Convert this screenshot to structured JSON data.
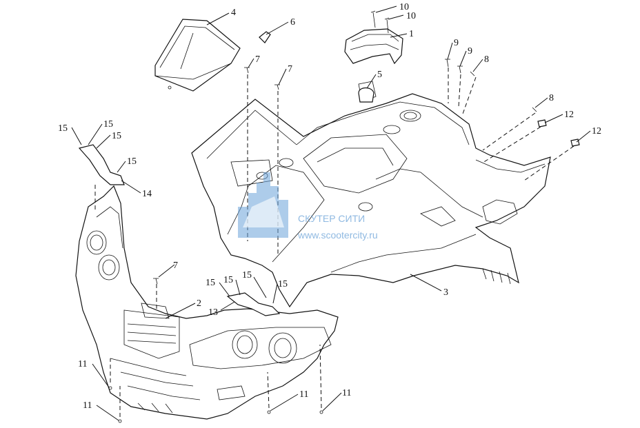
{
  "diagram": {
    "callouts": [
      {
        "id": "c10a",
        "label": "10"
      },
      {
        "id": "c10b",
        "label": "10"
      },
      {
        "id": "c1",
        "label": "1"
      },
      {
        "id": "c4",
        "label": "4"
      },
      {
        "id": "c6",
        "label": "6"
      },
      {
        "id": "c7a",
        "label": "7"
      },
      {
        "id": "c7b",
        "label": "7"
      },
      {
        "id": "c5",
        "label": "5"
      },
      {
        "id": "c9a",
        "label": "9"
      },
      {
        "id": "c9b",
        "label": "9"
      },
      {
        "id": "c8a",
        "label": "8"
      },
      {
        "id": "c8b",
        "label": "8"
      },
      {
        "id": "c12a",
        "label": "12"
      },
      {
        "id": "c12b",
        "label": "12"
      },
      {
        "id": "c15a",
        "label": "15"
      },
      {
        "id": "c15b",
        "label": "15"
      },
      {
        "id": "c15c",
        "label": "15"
      },
      {
        "id": "c15d",
        "label": "15"
      },
      {
        "id": "c14",
        "label": "14"
      },
      {
        "id": "c3",
        "label": "3"
      },
      {
        "id": "c7c",
        "label": "7"
      },
      {
        "id": "c2",
        "label": "2"
      },
      {
        "id": "c15e",
        "label": "15"
      },
      {
        "id": "c15f",
        "label": "15"
      },
      {
        "id": "c15g",
        "label": "15"
      },
      {
        "id": "c15h",
        "label": "15"
      },
      {
        "id": "c13",
        "label": "13"
      },
      {
        "id": "c11a",
        "label": "11"
      },
      {
        "id": "c11b",
        "label": "11"
      },
      {
        "id": "c11c",
        "label": "11"
      },
      {
        "id": "c11d",
        "label": "11"
      }
    ]
  },
  "watermark": {
    "line1": "СКУТЕР СИТИ",
    "line2": "www.scootercity.ru"
  }
}
